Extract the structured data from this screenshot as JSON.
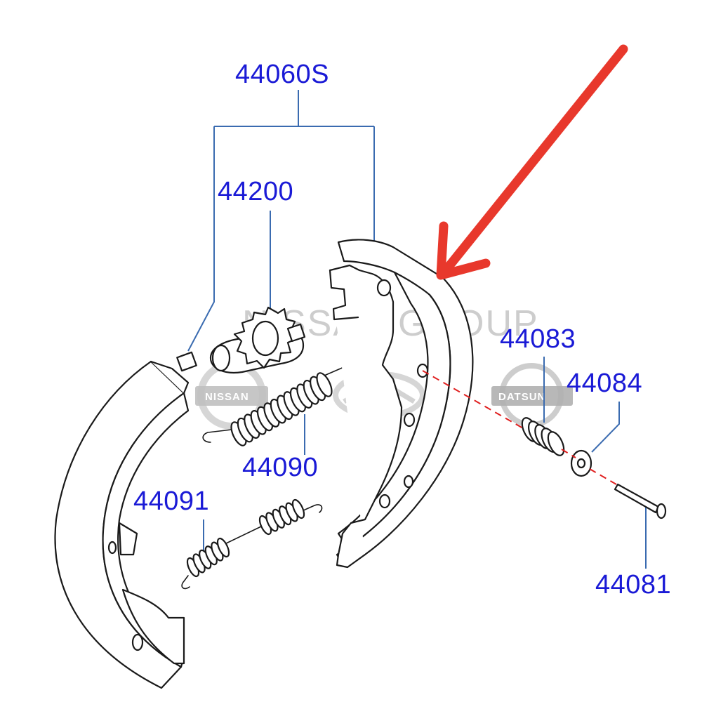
{
  "watermark": {
    "text": "NISSAN GROUP",
    "logos": [
      "NISSAN",
      "",
      "DATSUN"
    ]
  },
  "parts": [
    {
      "id": "assembly",
      "label": "44060S"
    },
    {
      "id": "adjuster",
      "label": "44200"
    },
    {
      "id": "upper-spring",
      "label": "44090"
    },
    {
      "id": "lower-spring",
      "label": "44091"
    },
    {
      "id": "hold-spring",
      "label": "44083"
    },
    {
      "id": "retainer",
      "label": "44084"
    },
    {
      "id": "pin",
      "label": "44081"
    }
  ],
  "highlight": {
    "color": "#e8382c",
    "target": "brake-shoe-right"
  },
  "colors": {
    "label": "#1a1ad6",
    "leader": "#3a6bb0",
    "ink": "#1a1a1a"
  }
}
